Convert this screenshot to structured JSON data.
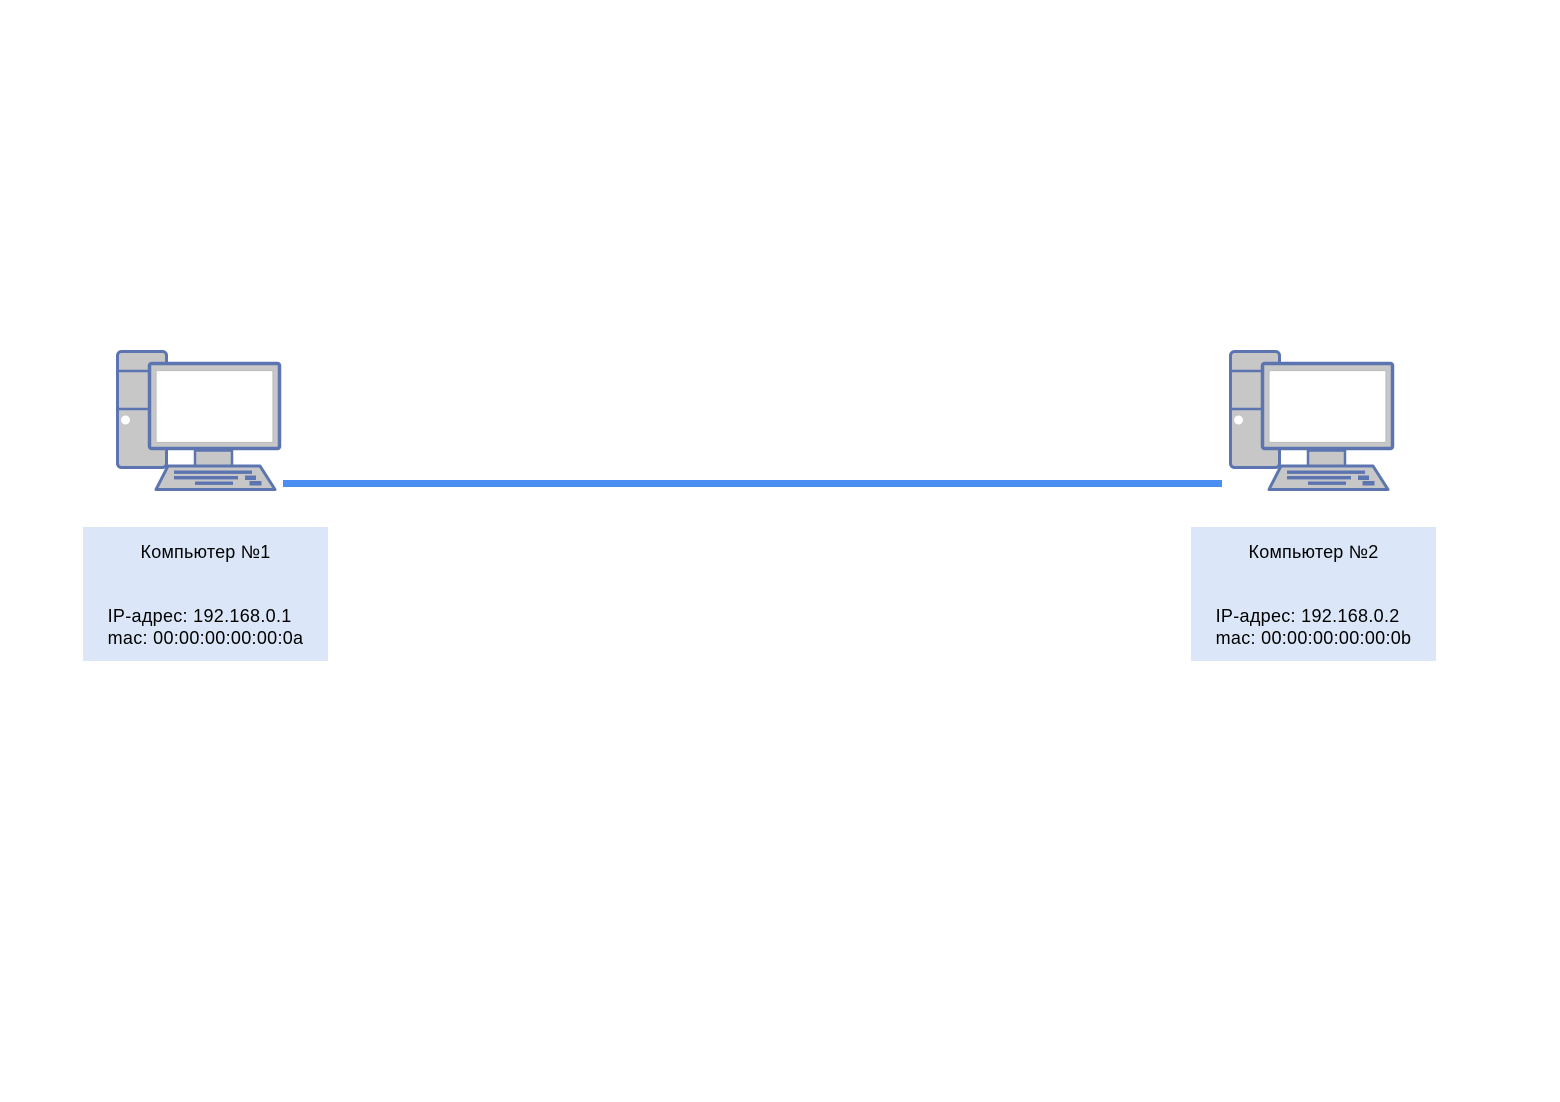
{
  "diagram": {
    "colors": {
      "link": "#4a8ef4",
      "outline": "#5c75b0",
      "device_body": "#c7c7c7",
      "screen": "#ffffff",
      "label_bg": "#dbe7f8",
      "text": "#000000"
    },
    "nodes": [
      {
        "title": "Компьютер №1",
        "ip": "IP-адрес: 192.168.0.1",
        "mac": "mac: 00:00:00:00:00:0a"
      },
      {
        "title": "Компьютер №2",
        "ip": "IP-адрес: 192.168.0.2",
        "mac": "mac: 00:00:00:00:00:0b"
      }
    ]
  }
}
